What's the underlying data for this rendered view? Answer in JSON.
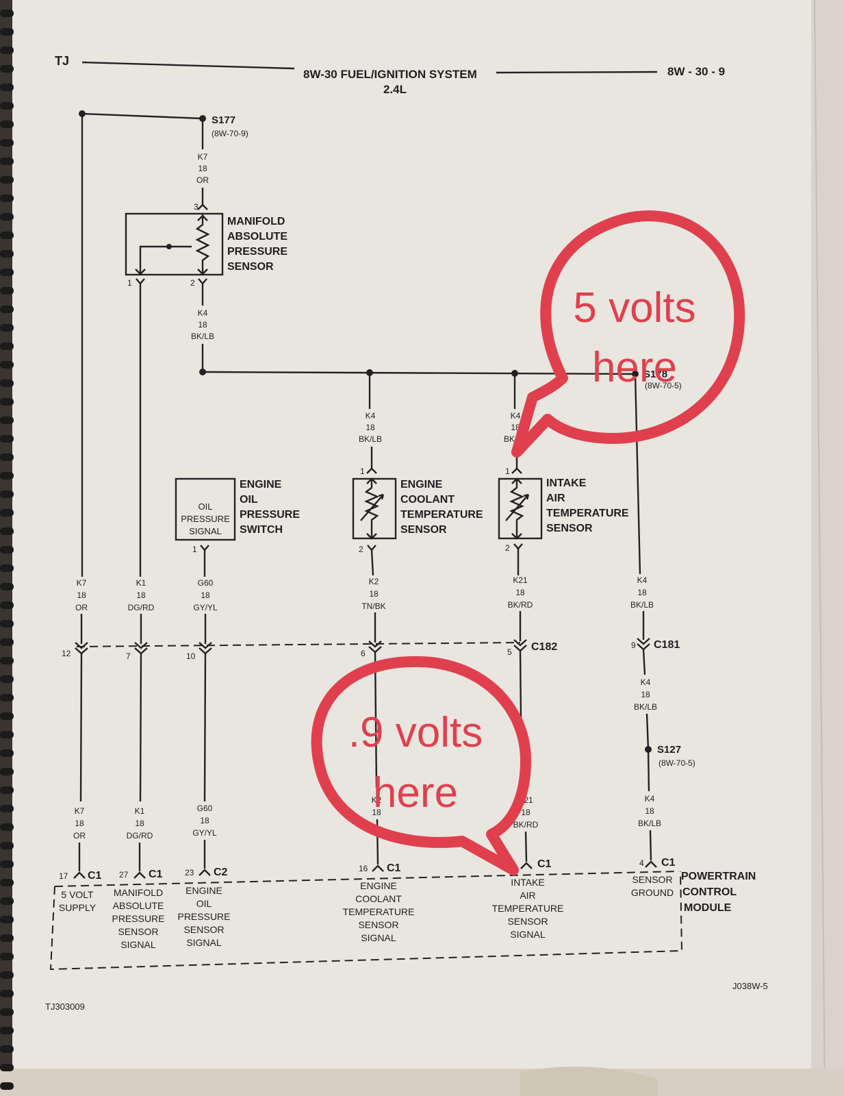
{
  "header": {
    "left": "TJ",
    "title": "8W-30 FUEL/IGNITION SYSTEM",
    "subtitle": "2.4L",
    "page": "8W - 30 - 9"
  },
  "splices": {
    "s177": {
      "name": "S177",
      "ref": "(8W-70-9)"
    },
    "s178": {
      "name": "S178",
      "ref": "(8W-70-5)"
    },
    "s127": {
      "name": "S127",
      "ref": "(8W-70-5)"
    }
  },
  "wires": {
    "k7_top": {
      "circuit": "K7",
      "gauge": "18",
      "color": "OR"
    },
    "k4_map": {
      "circuit": "K4",
      "gauge": "18",
      "color": "BK/LB"
    },
    "k4_ect": {
      "circuit": "K4",
      "gauge": "18",
      "color": "BK/LB"
    },
    "k4_iat": {
      "circuit": "K4",
      "gauge": "18",
      "color": "BK/LB"
    },
    "k7_mid": {
      "circuit": "K7",
      "gauge": "18",
      "color": "OR"
    },
    "k1_mid": {
      "circuit": "K1",
      "gauge": "18",
      "color": "DG/RD"
    },
    "g60_mid": {
      "circuit": "G60",
      "gauge": "18",
      "color": "GY/YL"
    },
    "k2_mid": {
      "circuit": "K2",
      "gauge": "18",
      "color": "TN/BK"
    },
    "k21_mid": {
      "circuit": "K21",
      "gauge": "18",
      "color": "BK/RD"
    },
    "k4_mid": {
      "circuit": "K4",
      "gauge": "18",
      "color": "BK/LB"
    },
    "k4_c181": {
      "circuit": "K4",
      "gauge": "18",
      "color": "BK/LB"
    },
    "k7_low": {
      "circuit": "K7",
      "gauge": "18",
      "color": "OR"
    },
    "k1_low": {
      "circuit": "K1",
      "gauge": "18",
      "color": "DG/RD"
    },
    "g60_low": {
      "circuit": "G60",
      "gauge": "18",
      "color": "GY/YL"
    },
    "k2_low": {
      "circuit": "K2",
      "gauge": "18"
    },
    "k21_low": {
      "circuit": "K21",
      "gauge": "18",
      "color": "BK/RD"
    },
    "k4_low": {
      "circuit": "K4",
      "gauge": "18",
      "color": "BK/LB"
    }
  },
  "components": {
    "map_sensor": {
      "lines": [
        "MANIFOLD",
        "ABSOLUTE",
        "PRESSURE",
        "SENSOR"
      ],
      "pin_top": "3",
      "pin_left": "1",
      "pin_right": "2"
    },
    "oil_switch": {
      "lines": [
        "ENGINE",
        "OIL",
        "PRESSURE",
        "SWITCH"
      ],
      "inner": [
        "OIL",
        "PRESSURE",
        "SIGNAL"
      ],
      "pin": "1"
    },
    "ect_sensor": {
      "lines": [
        "ENGINE",
        "COOLANT",
        "TEMPERATURE",
        "SENSOR"
      ],
      "pin_top": "1",
      "pin_bottom": "2"
    },
    "iat_sensor": {
      "lines": [
        "INTAKE",
        "AIR",
        "TEMPERATURE",
        "SENSOR"
      ],
      "pin_top": "1",
      "pin_bottom": "2"
    }
  },
  "connectors": {
    "c182": {
      "name": "C182",
      "pins": [
        "12",
        "7",
        "10",
        "6",
        "5"
      ]
    },
    "c181": {
      "name": "C181",
      "pin": "9"
    }
  },
  "pcm": {
    "lines": [
      "POWERTRAIN",
      "CONTROL",
      "MODULE"
    ],
    "pins": [
      {
        "pin": "17",
        "conn": "C1",
        "label": [
          "5 VOLT",
          "SUPPLY"
        ]
      },
      {
        "pin": "27",
        "conn": "C1",
        "label": [
          "MANIFOLD",
          "ABSOLUTE",
          "PRESSURE",
          "SENSOR",
          "SIGNAL"
        ]
      },
      {
        "pin": "23",
        "conn": "C2",
        "label": [
          "ENGINE",
          "OIL",
          "PRESSURE",
          "SENSOR",
          "SIGNAL"
        ]
      },
      {
        "pin": "16",
        "conn": "C1",
        "label": [
          "ENGINE",
          "COOLANT",
          "TEMPERATURE",
          "SENSOR",
          "SIGNAL"
        ]
      },
      {
        "pin": "",
        "conn": "C1",
        "label": [
          "INTAKE",
          "AIR",
          "TEMPERATURE",
          "SENSOR",
          "SIGNAL"
        ]
      },
      {
        "pin": "4",
        "conn": "C1",
        "label": [
          "SENSOR",
          "GROUND"
        ]
      }
    ]
  },
  "footer": {
    "left": "TJ303009",
    "right": "J038W-5"
  },
  "annotations": {
    "top": [
      "5 volts",
      "here"
    ],
    "bottom": [
      ".9 volts",
      "here"
    ],
    "color": "#e0404e"
  }
}
